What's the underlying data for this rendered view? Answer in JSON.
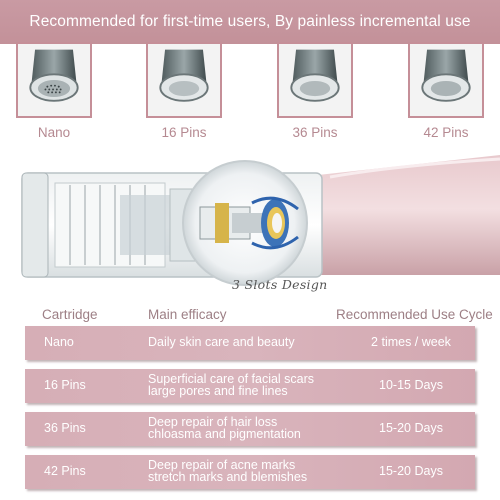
{
  "banner": {
    "text": "Recommended for first-time users, By painless incremental use"
  },
  "cartridges": [
    {
      "label": "Nano"
    },
    {
      "label": "16 Pins"
    },
    {
      "label": "36 Pins"
    },
    {
      "label": "42 Pins"
    }
  ],
  "device": {
    "caption": "3 Slots Design"
  },
  "table": {
    "headers": {
      "cartridge": "Cartridge",
      "efficacy": "Main efficacy",
      "cycle": "Recommended Use Cycle"
    },
    "rows": [
      {
        "cartridge": "Nano",
        "efficacy_1": "Daily skin care and beauty",
        "efficacy_2": "",
        "cycle": "2 times / week"
      },
      {
        "cartridge": "16 Pins",
        "efficacy_1": "Superficial care of facial scars",
        "efficacy_2": "large pores and fine lines",
        "cycle": "10-15 Days"
      },
      {
        "cartridge": "36 Pins",
        "efficacy_1": "Deep repair of hair loss",
        "efficacy_2": "chloasma and pigmentation",
        "cycle": "15-20 Days"
      },
      {
        "cartridge": "42 Pins",
        "efficacy_1": "Deep repair of acne marks",
        "efficacy_2": "stretch marks and blemishes",
        "cycle": "15-20 Days"
      }
    ]
  },
  "colors": {
    "accent": "#c58f98",
    "banner": "#c69aa2",
    "row": "#d6aeb6"
  }
}
